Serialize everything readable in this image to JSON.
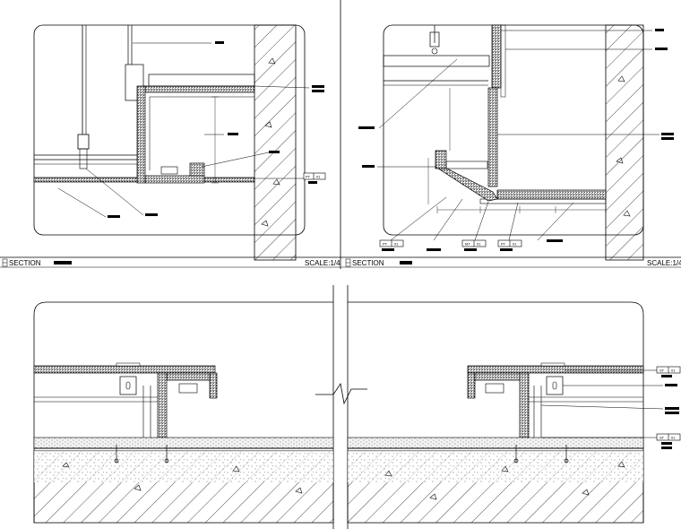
{
  "sheet": {
    "top_left": {
      "section_label": "SECTION",
      "scale_label": "SCALE:1/4"
    },
    "top_right": {
      "section_label": "SECTION",
      "scale_label": "SCALE:1/4"
    },
    "tag_pt": "PT",
    "tag_mt": "MT",
    "tag_st": "ST",
    "tag_no": "01"
  }
}
